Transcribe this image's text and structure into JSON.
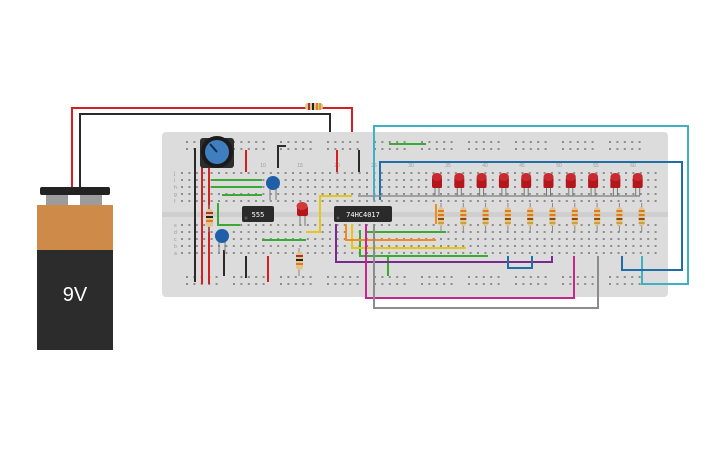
{
  "battery": {
    "label": "9V"
  },
  "chips": {
    "timer": {
      "label": "555"
    },
    "counter": {
      "label": "74HC4017"
    }
  },
  "breadboard": {
    "column_numbers": [
      "10",
      "15",
      "20",
      "25",
      "30",
      "35",
      "40",
      "45",
      "50",
      "55",
      "60"
    ],
    "row_letters_top": [
      "j",
      "i",
      "h",
      "g",
      "f"
    ],
    "row_letters_bottom": [
      "e",
      "d",
      "c",
      "b",
      "a"
    ]
  },
  "colors": {
    "breadboard": "#dcdcdc",
    "battery_top": "#cd8a48",
    "battery_body": "#2c2c2c",
    "wire_red": "#d42020",
    "wire_black": "#2a2a2a",
    "wire_green": "#3aaa35",
    "wire_yellow": "#e6c619",
    "wire_orange": "#ef8c1e",
    "wire_purple": "#7a2a8c",
    "wire_magenta": "#c1278e",
    "wire_gray": "#8c8c8c",
    "wire_teal": "#3fb1c4",
    "wire_blue": "#1f6fa6",
    "led_red": "#b3161b",
    "cap_blue": "#1f5fa8"
  }
}
